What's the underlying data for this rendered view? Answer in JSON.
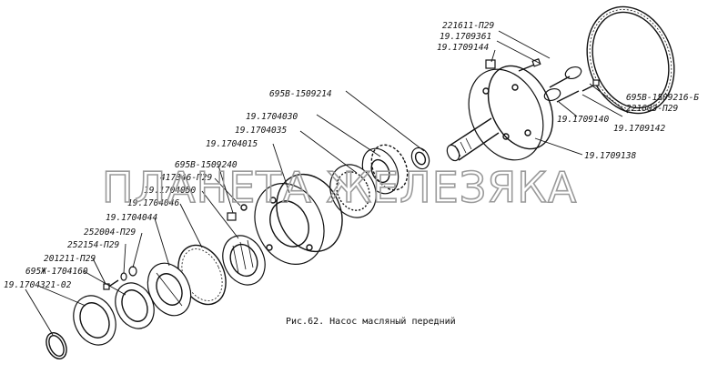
{
  "watermark": "ПЛАНЕТА ЖЕЛЕЗЯКА",
  "caption": "Рис.62. Насос масляный передний",
  "labels": {
    "l01": "221611-П29",
    "l02": "19.1709361",
    "l03": "19.1709144",
    "l04": "695В-1509216-Б",
    "l05": "221603-П29",
    "l06": "19.1709142",
    "l07": "19.1709140",
    "l08": "19.1709138",
    "l09": "695В-1509214",
    "l10": "19.1704030",
    "l11": "19.1704035",
    "l12": "19.1704015",
    "l13": "695В-1509240",
    "l14": "417346-П29",
    "l15": "19.1704050",
    "l16": "19.1704046",
    "l17": "19.1704044",
    "l18": "252004-П29",
    "l19": "252154-П29",
    "l20": "201211-П29",
    "l21": "695Ж-1704160",
    "l22": "19.1704321-02"
  }
}
